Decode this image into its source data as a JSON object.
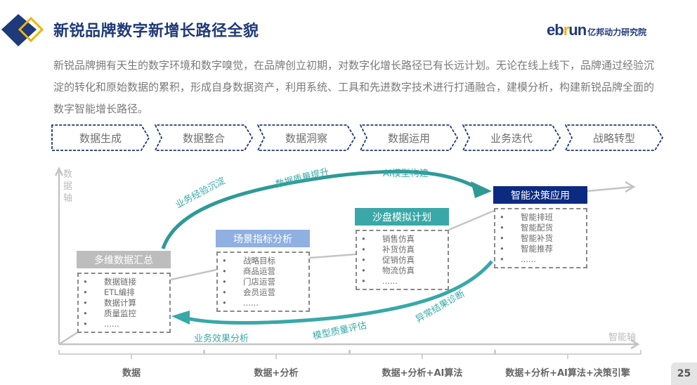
{
  "header": {
    "title": "新锐品牌数字新增长路径全貌",
    "brand_en_1": "eb",
    "brand_en_2": "r",
    "brand_en_3": "un",
    "brand_cn": "亿邦动力研究院"
  },
  "intro": "新锐品牌拥有天生的数字环境和数字嗅觉，在品牌创立初期，对数字化增长路径已有长远计划。无论在线上线下，品牌通过经验沉淀的转化和原始数据的累积，形成自身数据资产，利用系统、工具和先进数字技术进行打通融合，建模分析，构建新锐品牌全面的数字智能增长路径。",
  "steps": [
    "数据生成",
    "数据整合",
    "数据洞察",
    "数据运用",
    "业务迭代",
    "战略转型"
  ],
  "axes": {
    "y": "数据轴",
    "x": "智能轴"
  },
  "stages": [
    {
      "title": "多维数据汇总",
      "color": "#bdbdbd",
      "items": [
        "数据链接",
        "ETL编排",
        "数据计算",
        "质量监控",
        "......"
      ]
    },
    {
      "title": "场景指标分析",
      "color": "#8fb0e0",
      "items": [
        "战略目标",
        "商品运营",
        "门店运营",
        "会员运营",
        "......"
      ]
    },
    {
      "title": "沙盘模拟计划",
      "color": "#3aa8a8",
      "items": [
        "销售仿真",
        "补货仿真",
        "促销仿真",
        "物流仿真",
        "......"
      ]
    },
    {
      "title": "智能决策应用",
      "color": "#0b2a80",
      "items": [
        "智能排班",
        "智能配货",
        "智能补货",
        "智能推荐",
        "......"
      ]
    }
  ],
  "flow_labels": {
    "up1": "业务经验沉淀",
    "up2": "数据质量提升",
    "up3": "AI模型构建",
    "down1": "异常结果诊断",
    "down2": "模型质量评估",
    "down3": "业务效果分析"
  },
  "categories": [
    "数据",
    "数据+分析",
    "数据+分析+AI算法",
    "数据+分析+AI算法+决策引擎"
  ],
  "page_number": "25",
  "colors": {
    "teal": "#38a8a8",
    "navy": "#1f3a7a"
  }
}
